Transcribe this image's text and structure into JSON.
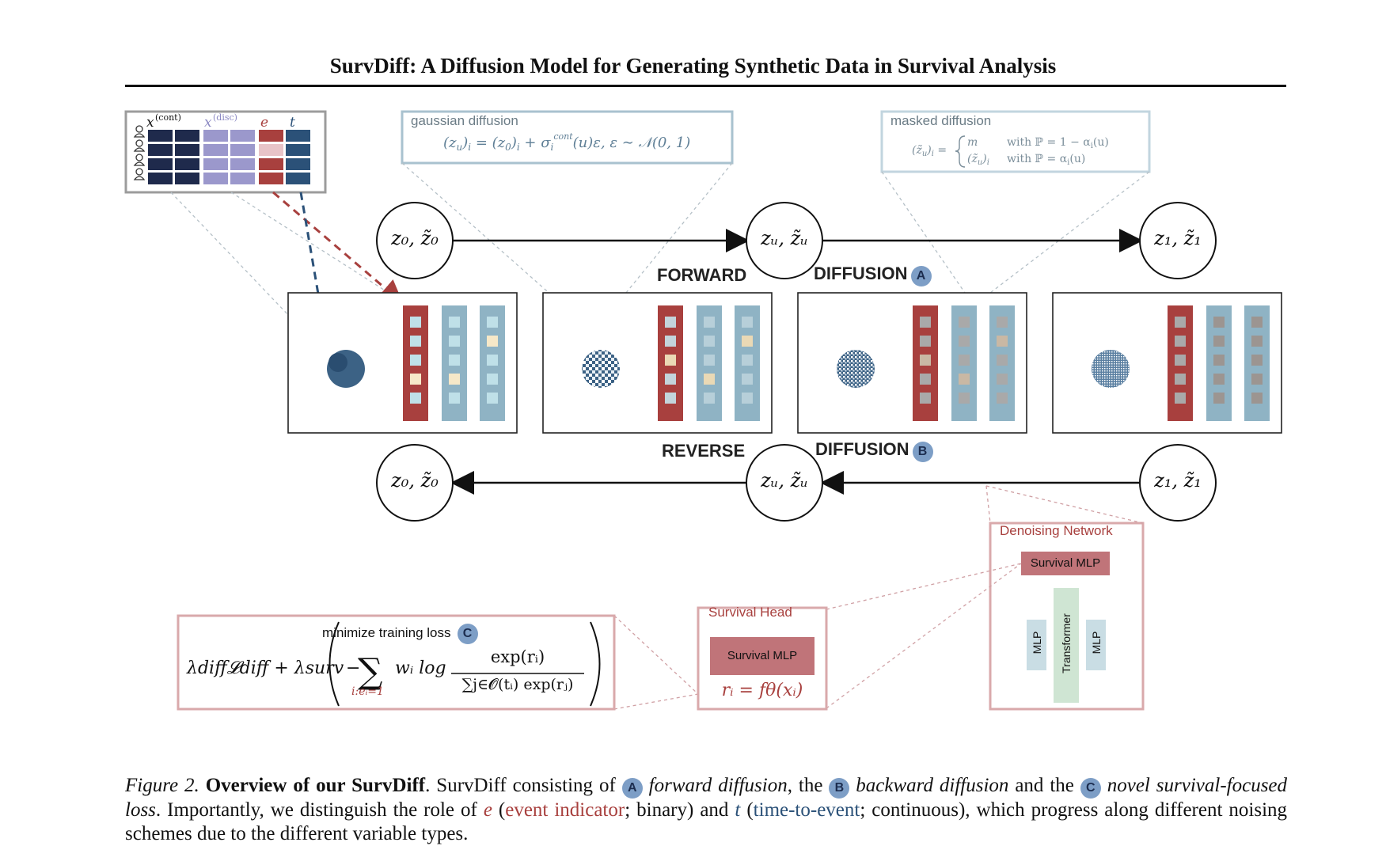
{
  "header": {
    "title": "SurvDiff: A Diffusion Model for Generating Synthetic Data in Survival Analysis"
  },
  "table": {
    "col_labels": [
      "x(cont)",
      "x(disc)",
      "e",
      "t"
    ],
    "cont_label": "x",
    "cont_sup": "(cont)",
    "disc_label": "x",
    "disc_sup": "(disc)",
    "e_label": "e",
    "t_label": "t"
  },
  "gaussian": {
    "label": "gaussian diffusion",
    "equation": "(zᵤ)ᵢ = (z₀)ᵢ + σᵢcont(u)ε,  ε ∼ 𝒩(0, 1)"
  },
  "masked": {
    "label": "masked diffusion",
    "lhs": "(z̃ᵤ)ᵢ =",
    "case1": "m",
    "case1_cond": "with ℙ = 1 − αᵢ(u)",
    "case2": "(z̃ᵤ)ᵢ",
    "case2_cond": "with ℙ = αᵢ(u)"
  },
  "nodes": {
    "z0": "z₀, z̃₀",
    "zu": "zᵤ, z̃ᵤ",
    "z1": "z₁, z̃₁"
  },
  "forward": {
    "word1": "FORWARD",
    "word2": "DIFFUSION",
    "badge": "A"
  },
  "reverse": {
    "word1": "REVERSE",
    "word2": "DIFFUSION",
    "badge": "B"
  },
  "denoising": {
    "label": "Denoising Network",
    "survival_mlp": "Survival MLP",
    "mlp_left": "MLP",
    "transformer": "Transformer",
    "mlp_right": "MLP"
  },
  "survival_head": {
    "label": "Survival Head",
    "mlp": "Survival MLP",
    "equation": "rᵢ = fθ(xᵢ)"
  },
  "loss": {
    "label": "minimize training loss",
    "badge": "C",
    "prefix": "λdiff𝓛diff + λsurv",
    "sum_sub": "i:eᵢ=1",
    "weight": "wᵢ log",
    "numerator": "exp(rᵢ)",
    "denominator": "∑j∈𝓞(tᵢ) exp(rⱼ)"
  },
  "caption": {
    "fig": "Figure 2.",
    "bold": "Overview of our SurvDiff",
    "t1": ". SurvDiff consisting of",
    "a_text": "forward diffusion",
    "t2": ", the",
    "b_text": "backward diffusion",
    "t3": "and the",
    "c_text": "novel survival-focused loss",
    "t4": ". Importantly, we distinguish the role of",
    "e_sym": "e",
    "e_desc": "event indicator",
    "t5": "; binary) and",
    "t_sym": "t",
    "t_desc": "time-to-event",
    "t6": "; continuous), which progress along different noising schemes due to the different variable types.",
    "badge_a": "A",
    "badge_b": "B",
    "badge_c": "C"
  },
  "colors": {
    "navy": "#1f2a4c",
    "lavender": "#9b98cc",
    "event_red": "#a8403e",
    "time_blue": "#2b5178",
    "col_blue": "#8fb3c4",
    "cell_light": "#bfe0e8",
    "cell_yellow": "#f6e8c8",
    "badge": "#7d9ec6",
    "pink_box": "#d9a9ab",
    "survival_mlp": "#c07479",
    "mlp_small": "#c9dde4",
    "transformer": "#cfe5d3"
  }
}
